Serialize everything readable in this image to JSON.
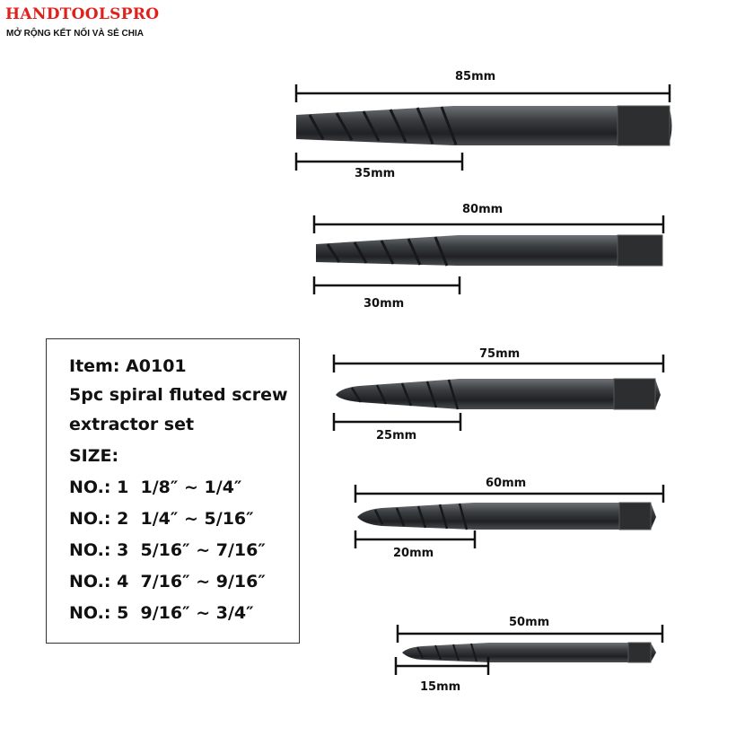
{
  "brand": {
    "name": "HANDTOOLSPRO",
    "tagline": "MỞ RỘNG KẾT NỐI VÀ SẺ CHIA"
  },
  "spec": {
    "item": "Item: A0101",
    "desc1": "5pc spiral fluted screw",
    "desc2": "extractor set",
    "size_heading": "SIZE:",
    "sizes": [
      "NO.: 1  1/8″ ~ 1/4″",
      "NO.: 2  1/4″ ~ 5/16″",
      "NO.: 3  5/16″ ~ 7/16″",
      "NO.: 4  7/16″ ~ 9/16″",
      "NO.: 5  9/16″ ~ 3/4″"
    ]
  },
  "extractors": [
    {
      "length": "85mm",
      "flute": "35mm"
    },
    {
      "length": "80mm",
      "flute": "30mm"
    },
    {
      "length": "75mm",
      "flute": "25mm"
    },
    {
      "length": "60mm",
      "flute": "20mm"
    },
    {
      "length": "50mm",
      "flute": "15mm"
    }
  ],
  "colors": {
    "brand": "#e0201b",
    "steel": "#3a3d40"
  }
}
